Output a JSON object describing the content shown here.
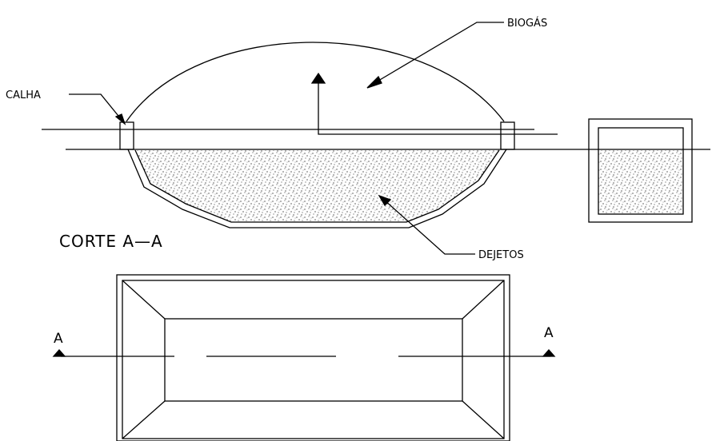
{
  "labels": {
    "biogas": "BIOGÁS",
    "calha": "CALHA",
    "corte": "CORTE  A—A",
    "dejetos": "DEJETOS",
    "section_mark": "A"
  },
  "colors": {
    "line": "#000000",
    "background": "#ffffff"
  }
}
